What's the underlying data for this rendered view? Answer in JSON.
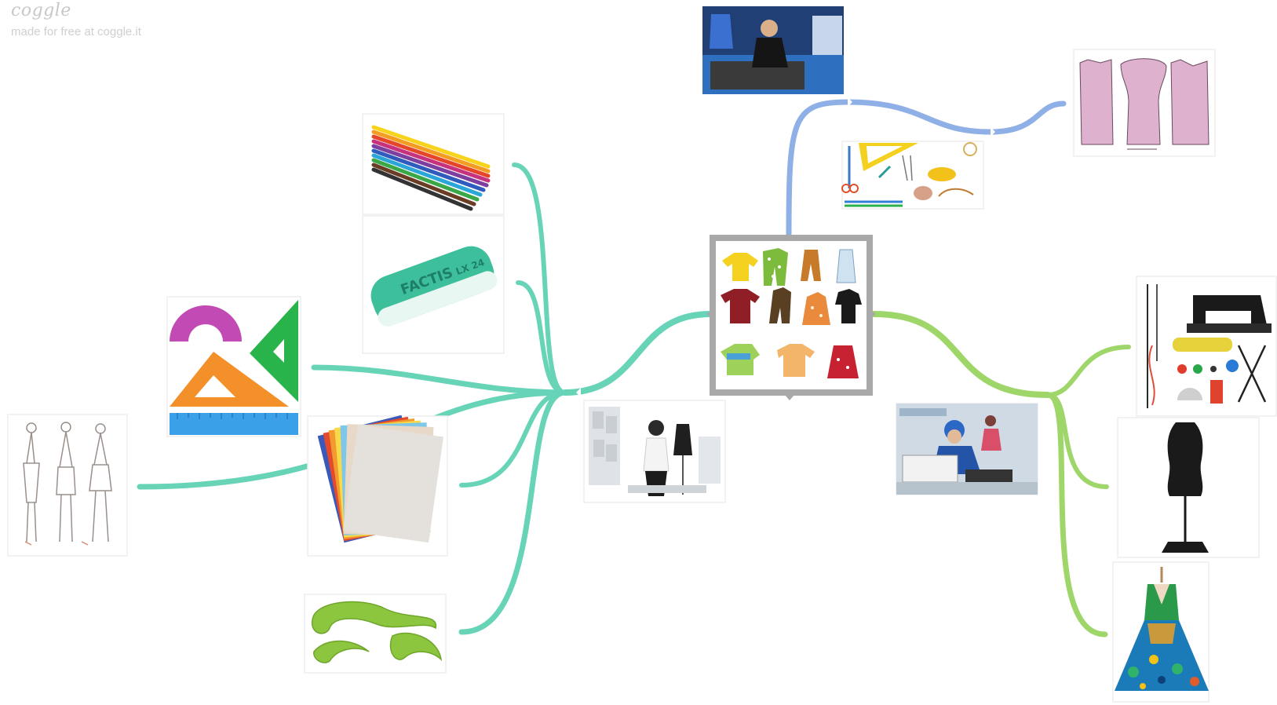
{
  "header": {
    "logo": "coggle",
    "tagline": "made for free at coggle.it"
  },
  "colors": {
    "teal_branch": "#67d4b8",
    "blue_branch": "#8fb0e6",
    "green_branch": "#9ed66a",
    "central_frame": "#a8a8a8"
  },
  "nodes": {
    "central": {
      "icon": "children-clothing-collage-icon"
    },
    "pencils": {
      "icon": "colored-pencils-icon"
    },
    "eraser": {
      "icon": "eraser-icon",
      "brand_text": "FACTIS",
      "model_text": "LX 24"
    },
    "rulers": {
      "icon": "protractor-triangles-ruler-icon"
    },
    "sketches": {
      "icon": "fashion-sketches-icon"
    },
    "paper": {
      "icon": "colored-paper-sheets-icon"
    },
    "curves": {
      "icon": "french-curves-icon"
    },
    "designer": {
      "icon": "designer-at-work-icon"
    },
    "cutter": {
      "icon": "tailor-cutting-fabric-icon"
    },
    "sewing_tools": {
      "icon": "sewing-tools-set-icon"
    },
    "pattern": {
      "icon": "clothing-pattern-pieces-icon"
    },
    "seamstress": {
      "icon": "seamstress-at-machine-icon"
    },
    "sewing_machine": {
      "icon": "sewing-machine-supplies-icon"
    },
    "mannequin": {
      "icon": "mannequin-icon"
    },
    "dress": {
      "icon": "dress-on-form-icon"
    }
  }
}
